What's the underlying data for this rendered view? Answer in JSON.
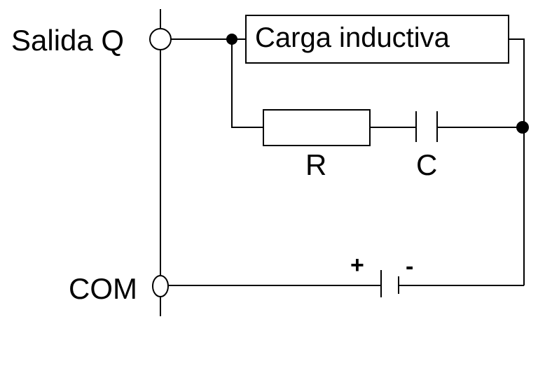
{
  "diagram": {
    "title": "Protección de salida con red RC para carga inductiva",
    "terminals": {
      "output": "Salida Q",
      "common": "COM"
    },
    "components": {
      "load": "Carga inductiva",
      "resistor": "R",
      "capacitor": "C",
      "battery_positive": "+",
      "battery_negative": "-"
    },
    "colors": {
      "line": "#000000",
      "background": "#ffffff"
    }
  }
}
